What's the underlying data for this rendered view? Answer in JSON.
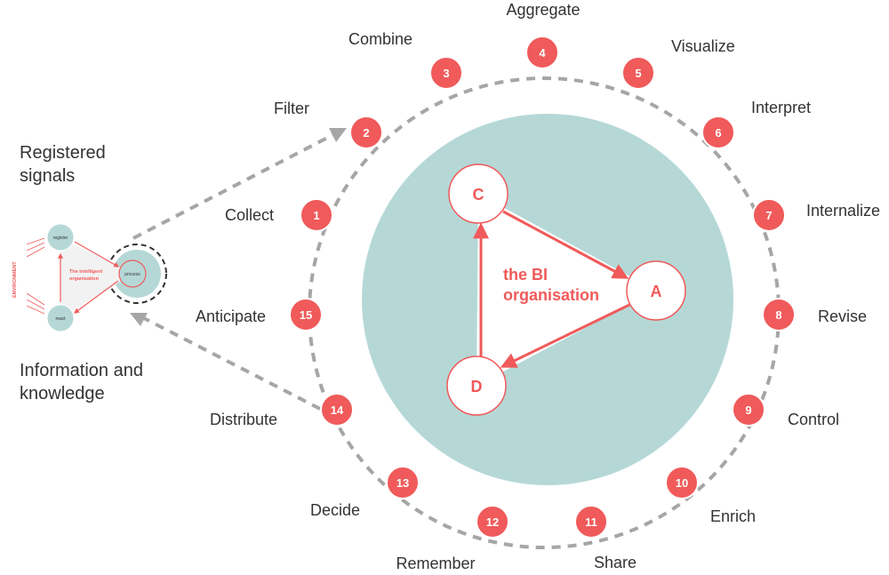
{
  "left_panel": {
    "top_label": [
      "Registered",
      "signals"
    ],
    "bottom_label": [
      "Information and",
      "knowledge"
    ],
    "mini_diagram": {
      "environment": "ENVIRONMENT",
      "center": [
        "The intelligent",
        "organisation"
      ],
      "nodes": {
        "register": "register",
        "process": "process",
        "react": "react"
      }
    }
  },
  "center": {
    "label": [
      "the BI",
      "organisation"
    ],
    "nodes": {
      "A": "A",
      "C": "C",
      "D": "D"
    }
  },
  "steps": [
    {
      "n": "1",
      "label": "Collect"
    },
    {
      "n": "2",
      "label": "Filter"
    },
    {
      "n": "3",
      "label": "Combine"
    },
    {
      "n": "4",
      "label": "Aggregate"
    },
    {
      "n": "5",
      "label": "Visualize"
    },
    {
      "n": "6",
      "label": "Interpret"
    },
    {
      "n": "7",
      "label": "Internalize"
    },
    {
      "n": "8",
      "label": "Revise"
    },
    {
      "n": "9",
      "label": "Control"
    },
    {
      "n": "10",
      "label": "Enrich"
    },
    {
      "n": "11",
      "label": "Share"
    },
    {
      "n": "12",
      "label": "Remember"
    },
    {
      "n": "13",
      "label": "Decide"
    },
    {
      "n": "14",
      "label": "Distribute"
    },
    {
      "n": "15",
      "label": "Anticipate"
    }
  ],
  "colors": {
    "accent": "#f05a5a",
    "teal": "#b5d8d7",
    "dash": "#a6a6a6",
    "text": "#333333"
  }
}
